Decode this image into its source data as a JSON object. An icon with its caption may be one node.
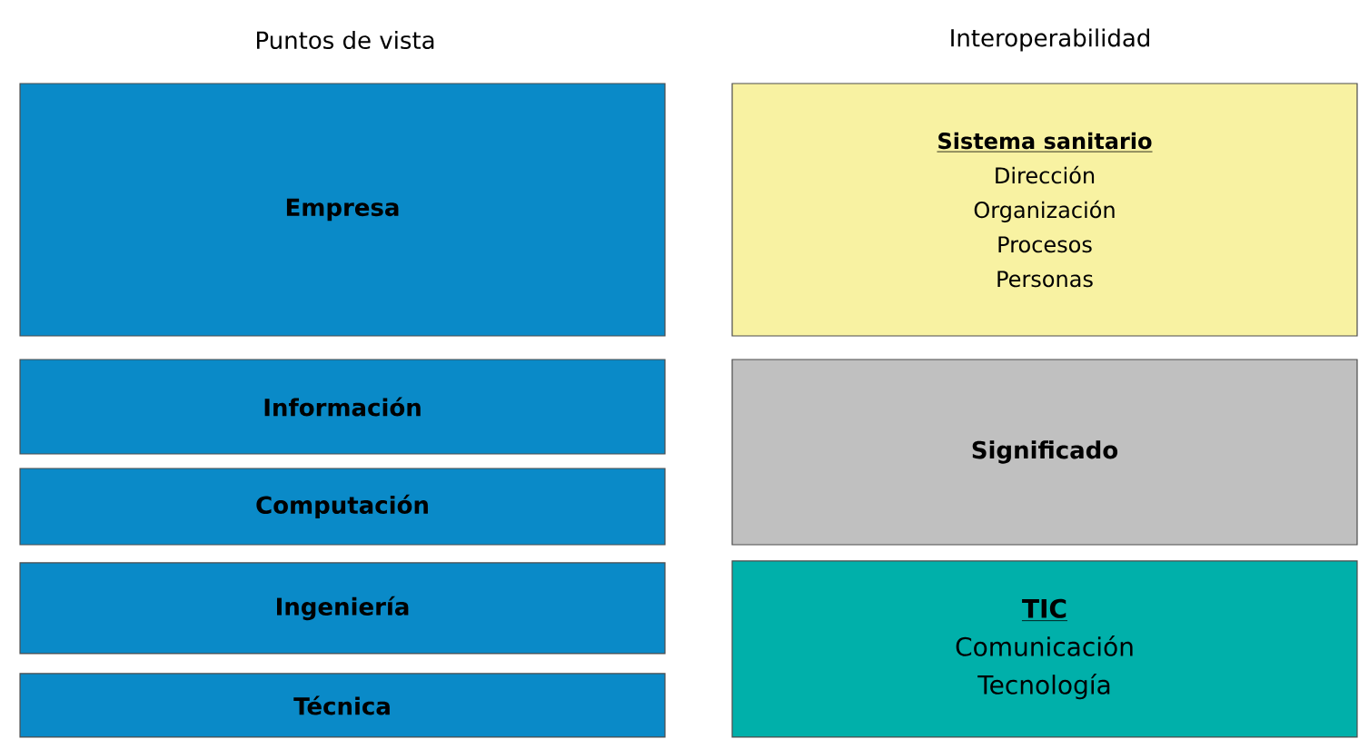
{
  "diagram": {
    "nodes": [
      {
        "text": [
          "Empresa"
        ]
      },
      {
        "text": [
          "Información"
        ]
      },
      {
        "text": [
          "Computación"
        ]
      },
      {
        "text": [
          "Ingeniería"
        ]
      },
      {
        "text": [
          "Técnica"
        ]
      },
      {
        "text": [
          "Sistema sanitario",
          "Dirección",
          "Organización",
          "Procesos",
          "Personas"
        ]
      },
      {
        "text": [
          "Significado"
        ]
      },
      {
        "text": [
          "TIC",
          "Comunicación",
          "Tecnología"
        ]
      }
    ],
    "labels": [
      "Puntos de vista",
      "Interoperabilidad"
    ]
  }
}
